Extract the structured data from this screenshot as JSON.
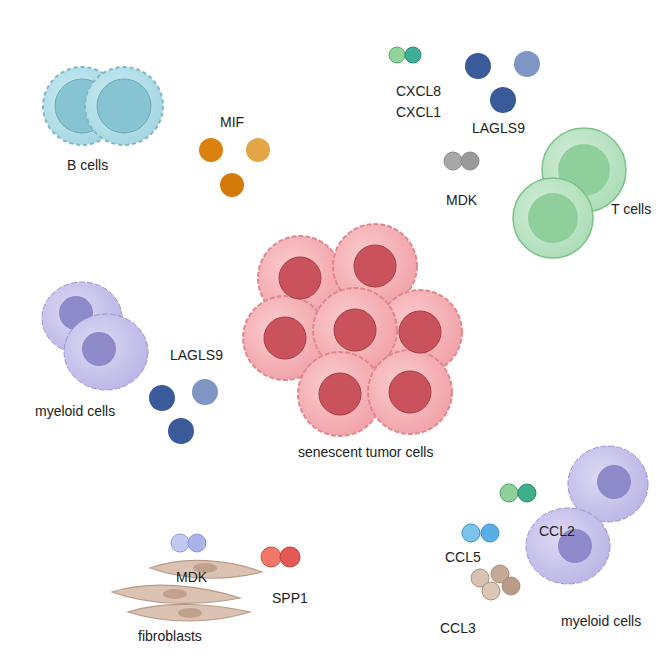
{
  "diagram": {
    "labels": [
      "B cells",
      "MIF",
      "CXCL8",
      "CXCL1",
      "LAGLS9",
      "MDK",
      "T cells",
      "myeloid cells",
      "LAGLS9",
      "senescent tumor cells",
      "MDK",
      "SPP1",
      "fibroblasts",
      "CCL2",
      "CCL5",
      "CCL3",
      "myeloid cells"
    ]
  }
}
